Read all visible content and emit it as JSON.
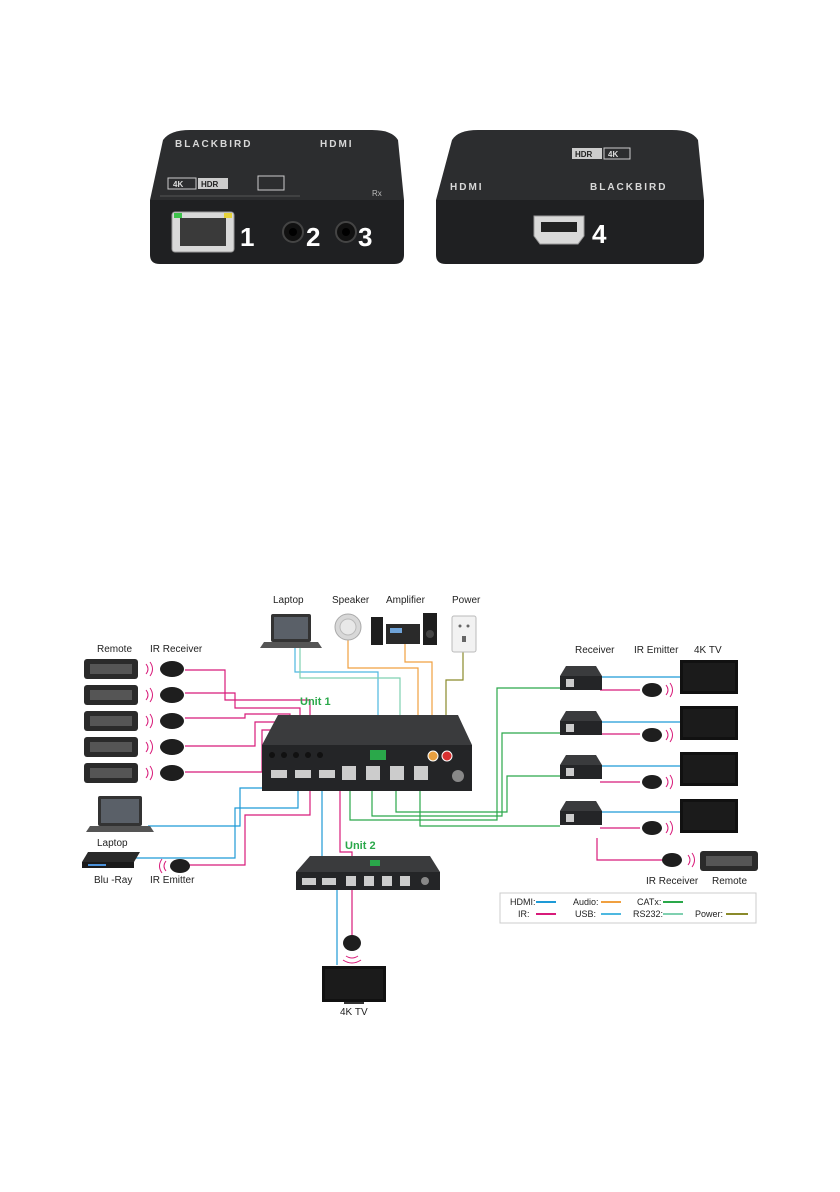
{
  "device": {
    "brand": "BLACKBIRD",
    "hdmi_logo": "HDMI",
    "badge_4k": "4K",
    "badge_hdr": "HDR",
    "rx_label": "Rx",
    "port_numbers": [
      "1",
      "2",
      "3",
      "4"
    ]
  },
  "diagram": {
    "top_labels": {
      "laptop": "Laptop",
      "speaker": "Speaker",
      "amplifier": "Amplifier",
      "power": "Power"
    },
    "left_labels": {
      "remote": "Remote",
      "ir_receiver": "IR Receiver",
      "laptop": "Laptop",
      "bluray": "Blu  -Ray",
      "ir_emitter": "IR Emitter"
    },
    "right_labels": {
      "receiver": "Receiver",
      "ir_emitter": "IR Emitter",
      "tv": "4K TV",
      "ir_receiver": "IR Receiver",
      "remote": "Remote"
    },
    "unit1": "Unit 1",
    "unit2": "Unit 2",
    "bottom_tv": "4K TV"
  },
  "legend": [
    {
      "label": "HDMI:",
      "color": "#1e9ad6"
    },
    {
      "label": "Audio:",
      "color": "#f0a040"
    },
    {
      "label": "CATx:",
      "color": "#2aa84a"
    },
    {
      "label": "IR:",
      "color": "#d81b7a"
    },
    {
      "label": "USB:",
      "color": "#4db8e0"
    },
    {
      "label": "RS232:",
      "color": "#7fd0b0"
    },
    {
      "label": "Power:",
      "color": "#8a8a2a"
    }
  ]
}
